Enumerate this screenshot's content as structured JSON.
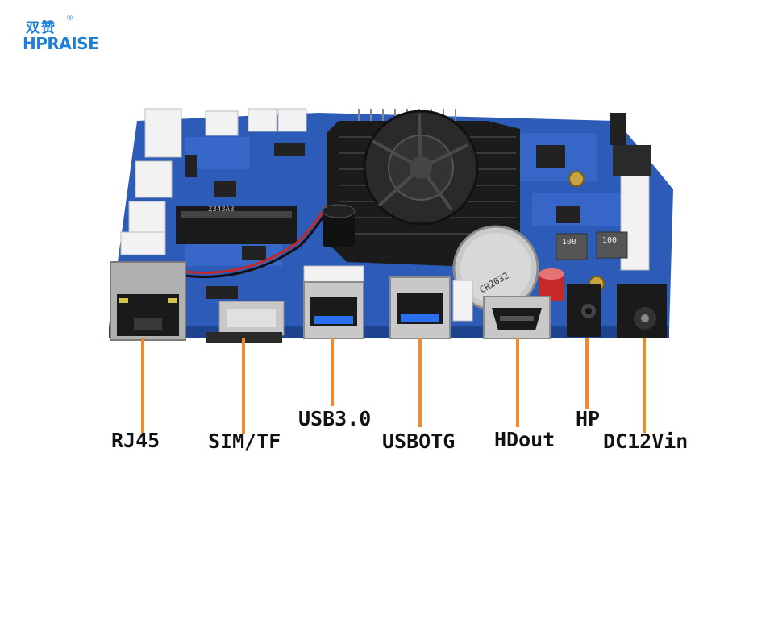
{
  "logo": {
    "chinese": "双赞",
    "english": "HPRAISE",
    "registered": "®",
    "color": "#1f7fd6"
  },
  "board_markings": {
    "heatsink_chip": "2343A3",
    "battery": "CR2032",
    "inductor_1": "100",
    "inductor_2": "100"
  },
  "colors": {
    "pcb": "#2c5bb8",
    "leader": "#f28a2c",
    "usb_tongue": "#2a6ff0",
    "heatsink": "#1b1b1b"
  },
  "labels": {
    "rj45": "RJ45",
    "sim_tf": "SIM/TF",
    "usb30": "USB3.0",
    "usbotg": "USBOTG",
    "hdout": "HDout",
    "hp": "HP",
    "dc12vin": "DC12Vin"
  }
}
